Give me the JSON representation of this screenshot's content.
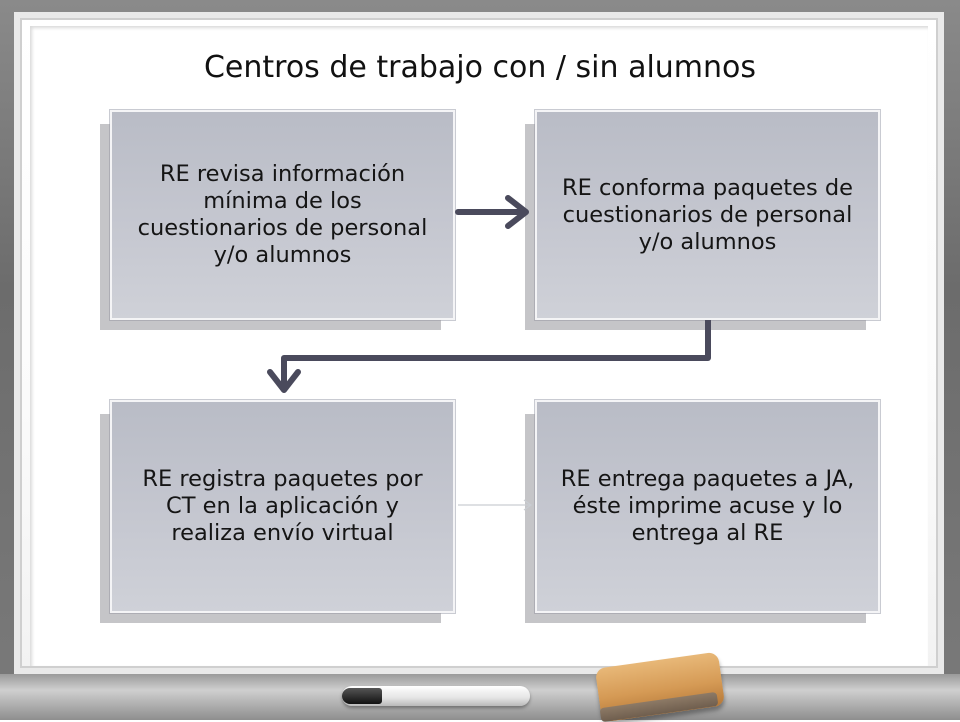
{
  "title": "Centros de trabajo con / sin alumnos",
  "steps": [
    {
      "text": "RE revisa información mínima de los cuestionarios de personal y/o alumnos"
    },
    {
      "text": "RE conforma paquetes de cuestionarios de personal y/o alumnos"
    },
    {
      "text": "RE registra paquetes por CT en la aplicación y realiza envío virtual"
    },
    {
      "text": "RE entrega paquetes a JA, éste imprime acuse y lo entrega al RE"
    }
  ],
  "colors": {
    "box_fill": "#c3c5ce",
    "arrow": "#4a4a5c",
    "frame": "#767676"
  },
  "icons": [
    "marker-icon",
    "eraser-icon"
  ]
}
